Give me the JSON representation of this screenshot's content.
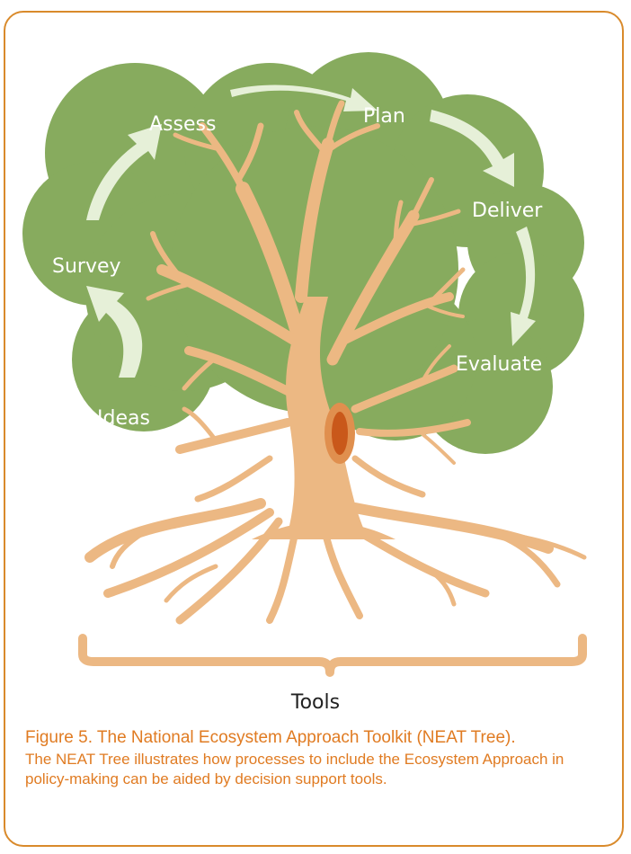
{
  "stages": [
    {
      "id": "ideas",
      "label": "Ideas"
    },
    {
      "id": "survey",
      "label": "Survey"
    },
    {
      "id": "assess",
      "label": "Assess"
    },
    {
      "id": "plan",
      "label": "Plan"
    },
    {
      "id": "deliver",
      "label": "Deliver"
    },
    {
      "id": "evaluate",
      "label": "Evaluate"
    }
  ],
  "tools_label": "Tools",
  "caption": {
    "title": "Figure 5. The National Ecosystem Approach Toolkit (NEAT Tree).",
    "body": "The NEAT Tree illustrates how processes to include the Ecosystem Approach in policy-making can be aided by decision support tools."
  },
  "colors": {
    "canopy": "#87ab5e",
    "trunk": "#ecb883",
    "arrow": "#e6f0d8",
    "knot_outer": "#e08f4e",
    "knot_inner": "#c9581a",
    "frame": "#d98a2b",
    "caption": "#e07b22"
  }
}
